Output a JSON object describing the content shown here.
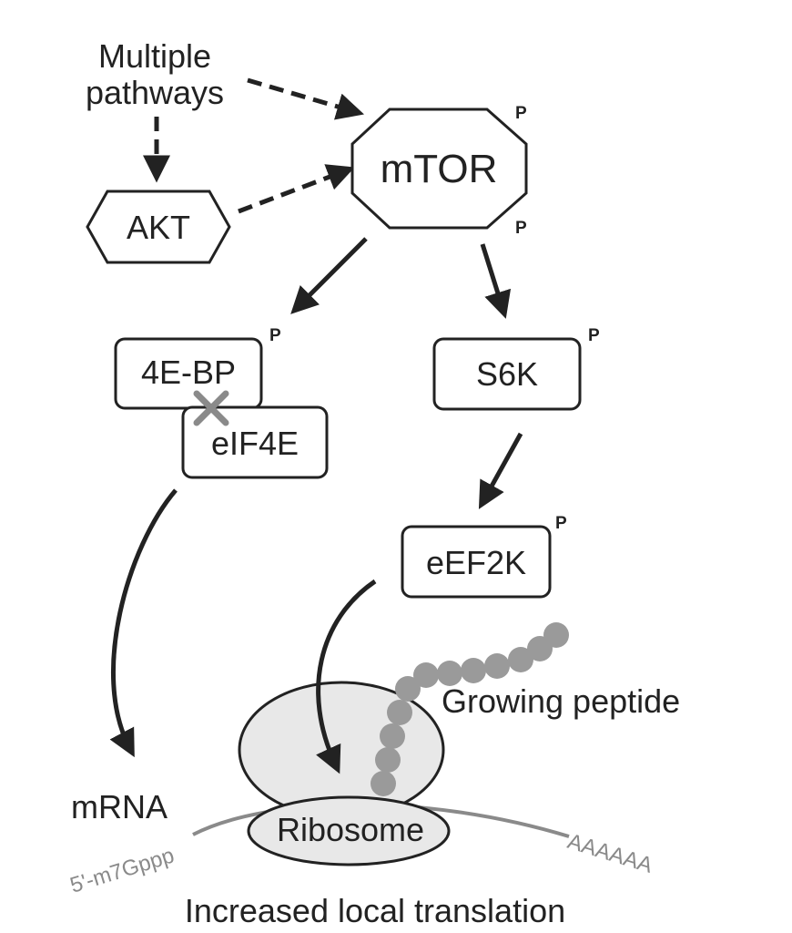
{
  "nodes": {
    "multiple_pathways": [
      "Multiple",
      "pathways"
    ],
    "akt": "AKT",
    "mtor": "mTOR",
    "bp4e": "4E-BP",
    "eif4e": "eIF4E",
    "s6k": "S6K",
    "eef2k": "eEF2K",
    "growing_peptide": "Growing peptide",
    "ribosome": "Ribosome",
    "mrna": "mRNA",
    "cap": "5'-m7Gppp",
    "polya": "AAAAAA"
  },
  "phospho_label": "P",
  "caption": "Increased local translation",
  "colors": {
    "ink": "#222222",
    "ribosome_fill": "#e8e8e8",
    "peptide": "#9a9a9a",
    "mrna": "#8a8a8a",
    "cross": "#8a8a8a"
  }
}
